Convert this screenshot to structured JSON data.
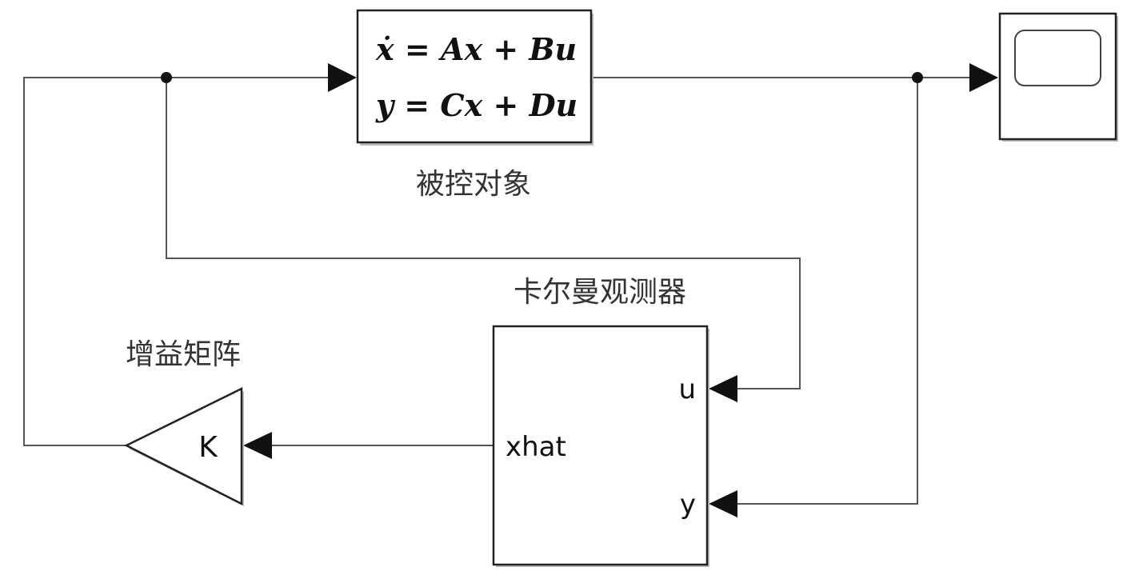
{
  "plant": {
    "equation_line1": "ẋ = Ax + Bu",
    "equation_line2": "y = Cx + Du",
    "label": "被控对象"
  },
  "observer": {
    "label": "卡尔曼观测器",
    "port_u": "u",
    "port_y": "y",
    "port_xhat": "xhat"
  },
  "gain": {
    "label": "增益矩阵",
    "symbol": "K"
  },
  "scope": {
    "icon": "scope-screen-icon"
  },
  "colors": {
    "wire": "#555555",
    "arrow": "#111111",
    "block_border": "#222222"
  }
}
